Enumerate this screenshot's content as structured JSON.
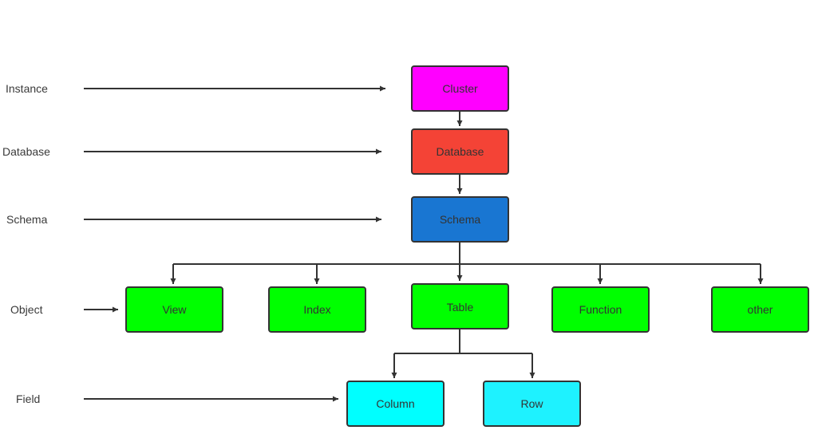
{
  "levels": {
    "instance": "Instance",
    "database": "Database",
    "schema": "Schema",
    "object": "Object",
    "field": "Field"
  },
  "nodes": {
    "cluster": "Cluster",
    "database": "Database",
    "schema": "Schema",
    "view": "View",
    "index": "Index",
    "table": "Table",
    "function": "Function",
    "other": "other",
    "column": "Column",
    "row": "Row"
  },
  "colors": {
    "cluster": "#ff00ff",
    "database": "#f44336",
    "schema": "#1976d2",
    "object": "#00ff00",
    "field": "#00ffff",
    "connector": "#333333"
  }
}
